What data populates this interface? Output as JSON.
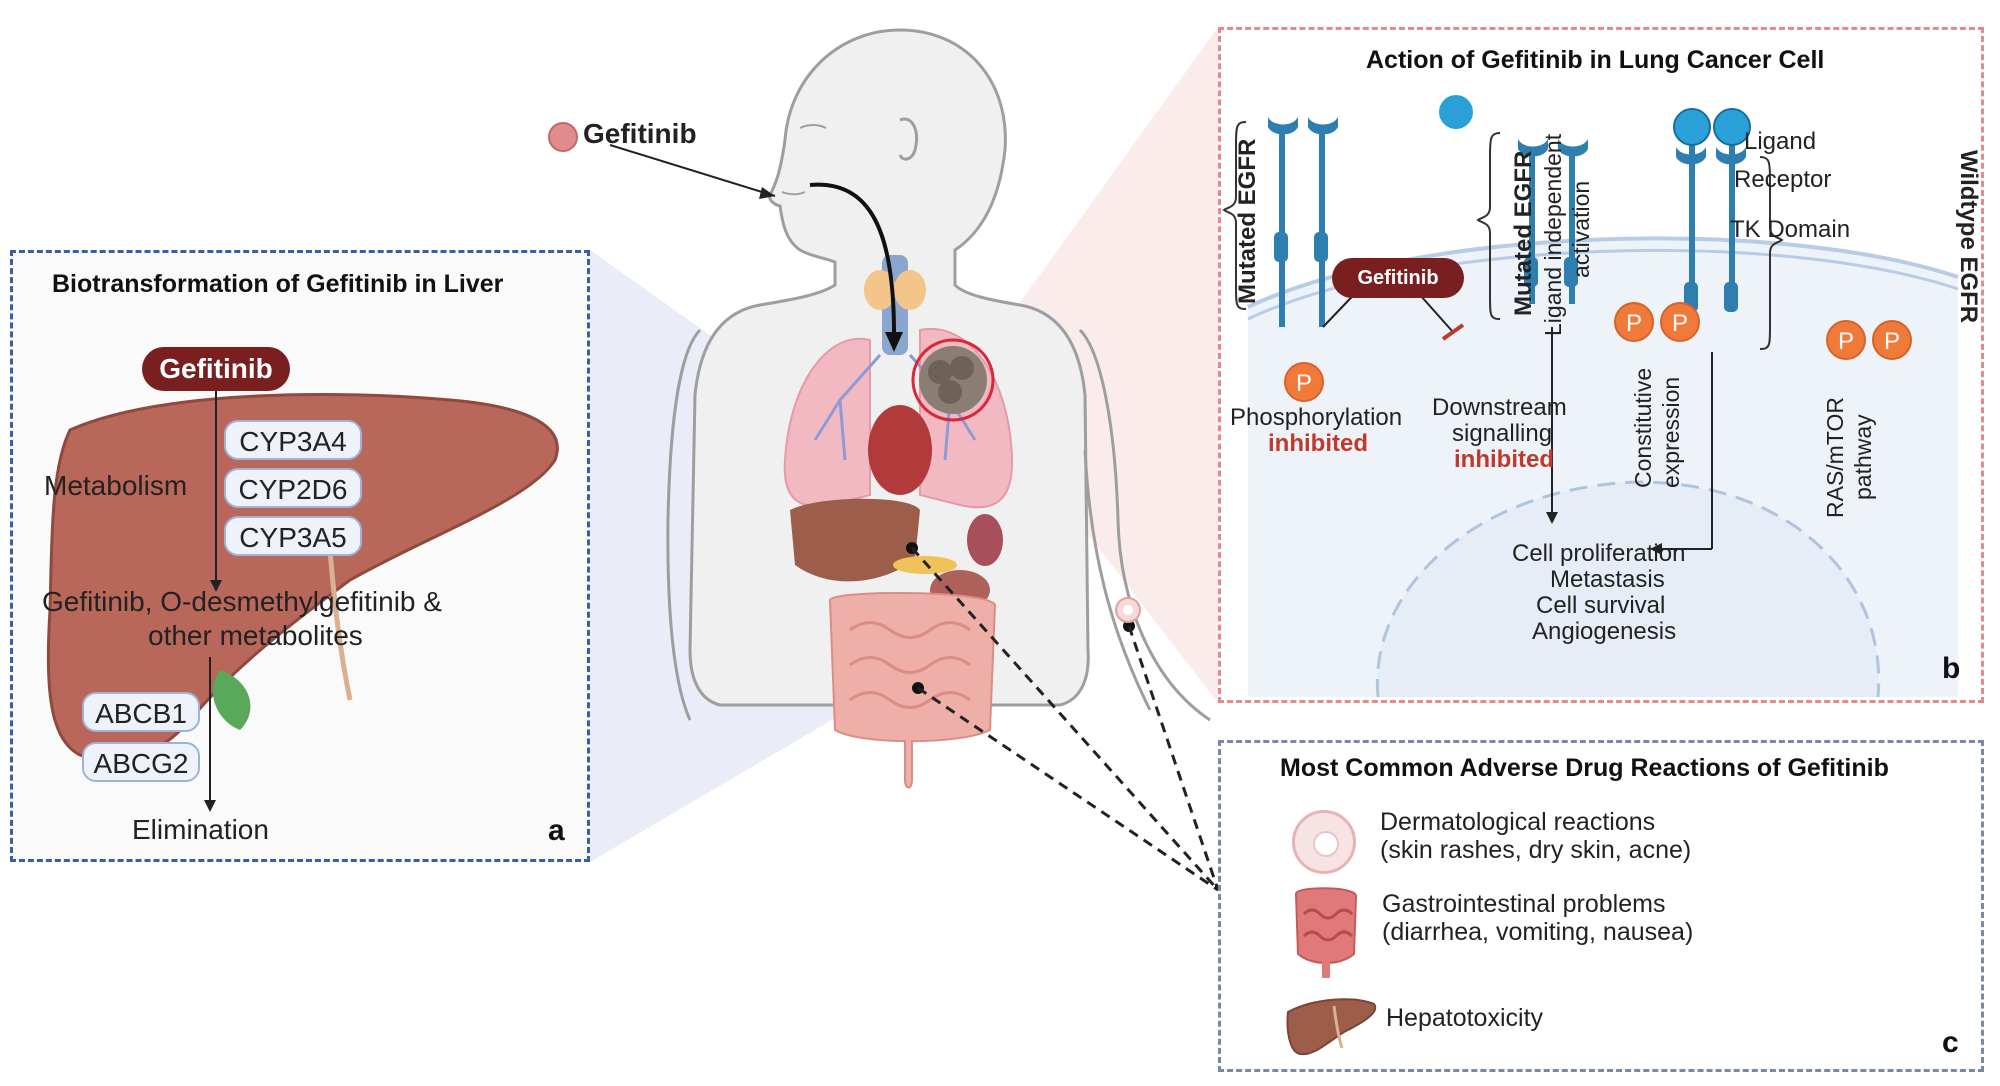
{
  "center": {
    "drug_label": "Gefitinib"
  },
  "panel_a": {
    "title": "Biotransformation of Gefitinib in Liver",
    "drug": "Gefitinib",
    "metabolism_label": "Metabolism",
    "enzymes": [
      "CYP3A4",
      "CYP2D6",
      "CYP3A5"
    ],
    "metabolites_line1": "Gefitinib, O-desmethylgefitinib &",
    "metabolites_line2": "other metabolites",
    "transporters": [
      "ABCB1",
      "ABCG2"
    ],
    "elimination": "Elimination",
    "letter": "a"
  },
  "panel_b": {
    "title": "Action of Gefitinib in Lung Cancer Cell",
    "mutated_egfr": "Mutated EGFR",
    "mutated_egfr2": "Mutated EGFR",
    "ligand_independent_1": "Ligand independent",
    "ligand_independent_2": "activation",
    "drug": "Gefitinib",
    "p_symbol": "P",
    "phosphorylation": "Phosphorylation",
    "phos_inhibited": "inhibited",
    "downstream": "Downstream",
    "signalling": "signalling",
    "down_inhibited": "inhibited",
    "constitutive_1": "Constitutive",
    "constitutive_2": "expression",
    "ligand": "Ligand",
    "receptor": "Receptor",
    "tk_domain": "TK Domain",
    "wildtype_egfr": "Wildtype EGFR",
    "ras_1": "RAS/mTOR",
    "ras_2": "pathway",
    "outcomes": [
      "Cell proliferation",
      "Metastasis",
      "Cell survival",
      "Angiogenesis"
    ],
    "letter": "b"
  },
  "panel_c": {
    "title": "Most Common Adverse Drug Reactions of Gefitinib",
    "items": [
      {
        "line1": "Dermatological reactions",
        "line2": "(skin rashes, dry skin, acne)",
        "icon": "skin-lesion-icon"
      },
      {
        "line1": "Gastrointestinal problems",
        "line2": "(diarrhea, vomiting, nausea)",
        "icon": "intestine-icon"
      },
      {
        "line1": "Hepatotoxicity",
        "line2": "",
        "icon": "liver-icon"
      }
    ],
    "letter": "c"
  },
  "colors": {
    "panel_a_border": "#3a5da8",
    "panel_b_border": "#e58a8a",
    "panel_c_border": "#7a88a8",
    "drug_pill": "#7a1f1f",
    "phosphate": "#f07a3a",
    "receptor": "#2e7fb0",
    "inhibited": "#c0392b"
  }
}
